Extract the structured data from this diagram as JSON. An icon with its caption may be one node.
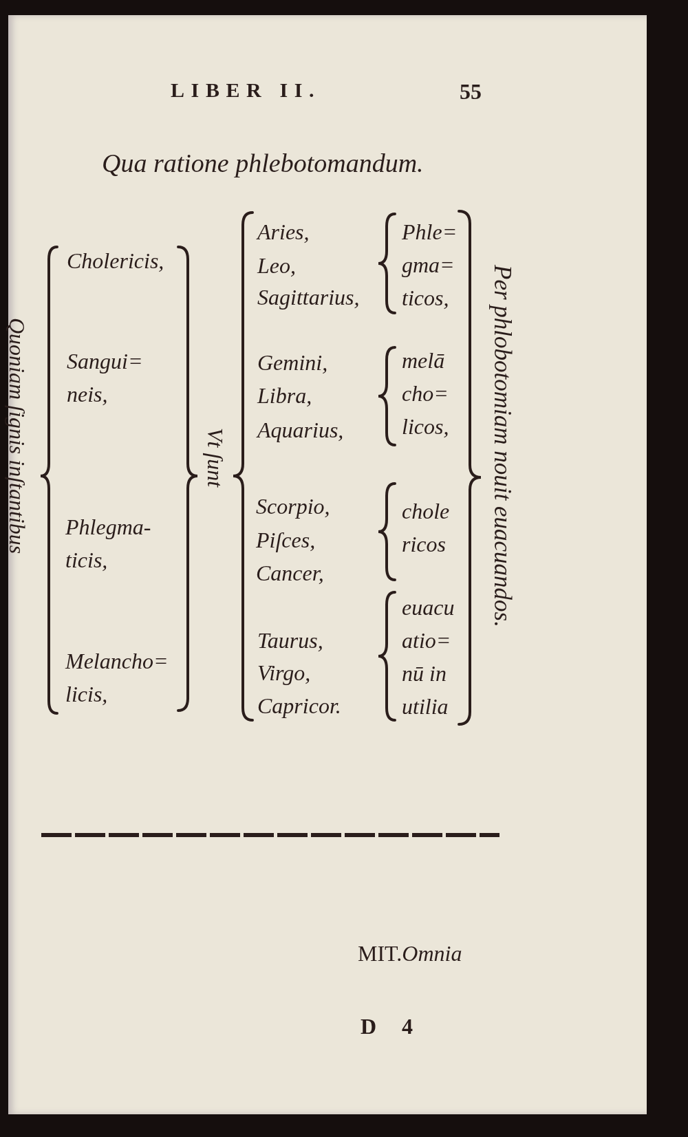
{
  "diagram": {
    "title": "Qua ratione phlebotomandum.",
    "labels": [
      "LIBER II.",
      "55",
      "Quoniam ſignis inſtantibus",
      "Cholericis,",
      "Sangui= neis,",
      "Phlegma- ticis,",
      "Melancho= licis,",
      "Vt ſunt",
      "Aries,",
      "Leo,",
      "Sagittarius,",
      "Gemini,",
      "Libra,",
      "Aquarius,",
      "Scorpio,",
      "Piſces,",
      "Cancer,",
      "Taurus,",
      "Virgo,",
      "Capricor.",
      "Phle= gma= ticos,",
      "melā cho= licos,",
      "chole ricos",
      "euacu atio= nū in utilia",
      "Per phlobotomiam nouit euacuandos.",
      "MIT.*Omnia*",
      "D 4"
    ]
  }
}
